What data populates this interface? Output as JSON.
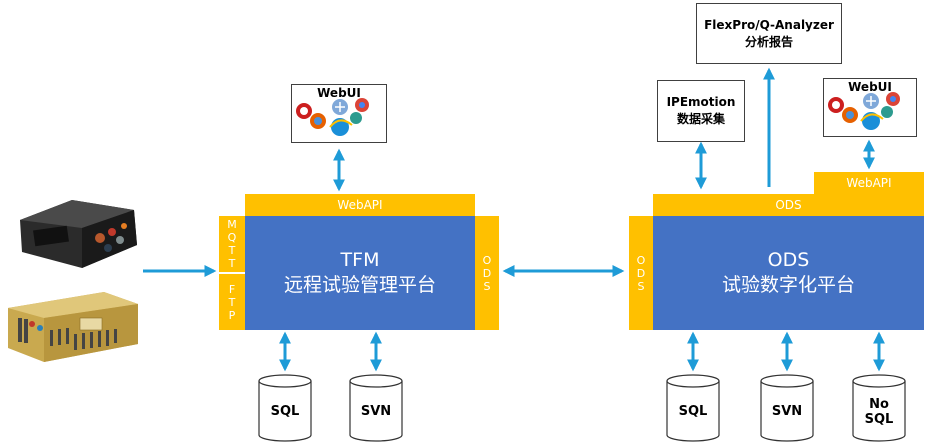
{
  "tfm": {
    "title": "TFM",
    "subtitle": "远程试验管理平台",
    "webapi_label": "WebAPI",
    "left_top_label": [
      "M",
      "Q",
      "T",
      "T"
    ],
    "left_bottom_label": [
      "F",
      "T",
      "P"
    ],
    "right_label": [
      "O",
      "D",
      "S"
    ],
    "webui_label": "WebUI",
    "databases": [
      "SQL",
      "SVN"
    ]
  },
  "ods": {
    "title": "ODS",
    "subtitle": "试验数字化平台",
    "top_bar_label": "ODS",
    "webapi_label": "WebAPI",
    "left_label": [
      "O",
      "D",
      "S"
    ],
    "webui_label": "WebUI",
    "databases": [
      "SQL",
      "SVN",
      "No SQL"
    ],
    "ipemotion": {
      "line1": "IPEmotion",
      "line2": "数据采集"
    },
    "flexpro": {
      "line1": "FlexPro/Q-Analyzer",
      "line2": "分析报告"
    }
  },
  "colors": {
    "main_blue": "#4472c4",
    "interface_gold": "#ffc000",
    "arrow_blue": "#1e9bd7"
  }
}
